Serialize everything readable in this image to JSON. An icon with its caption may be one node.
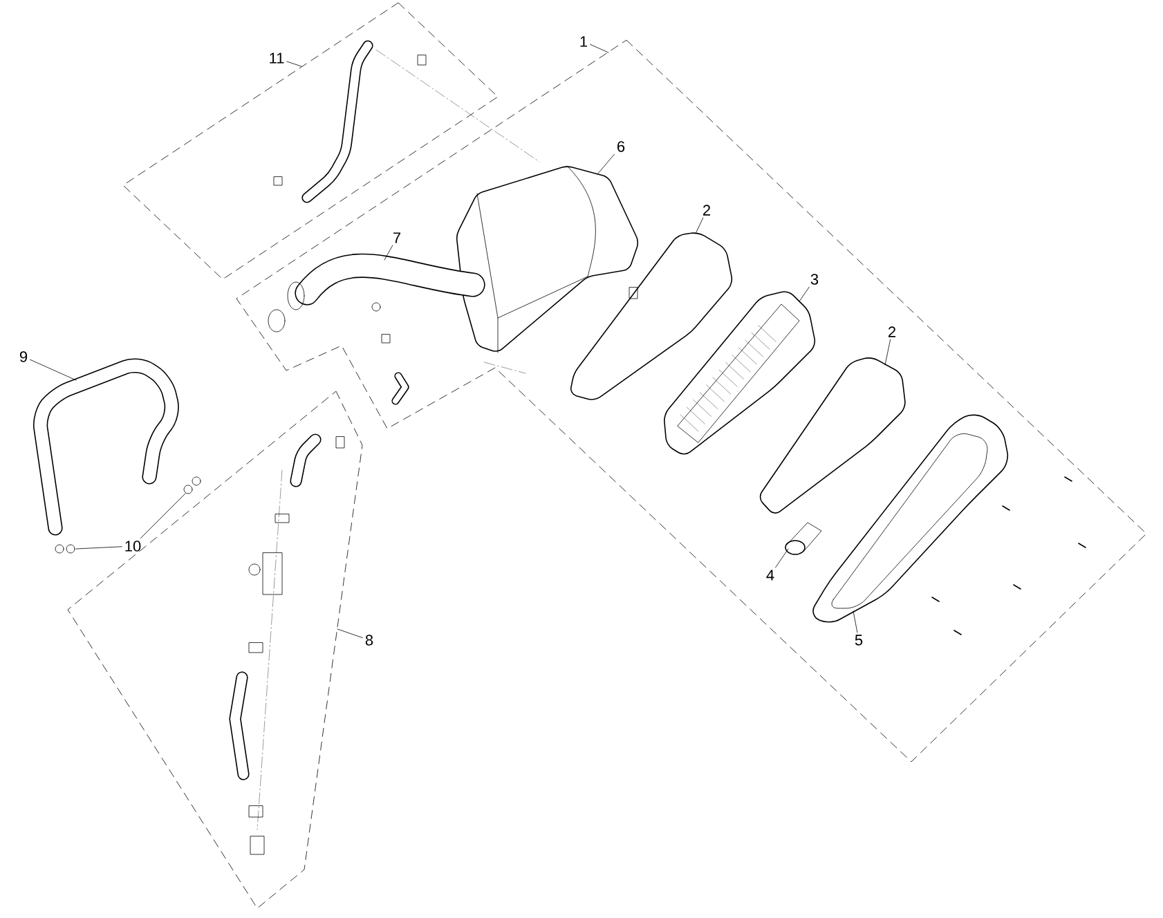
{
  "diagram": {
    "nodes": [
      {
        "text": [
          "11"
        ]
      },
      {
        "text": [
          "1"
        ]
      },
      {
        "text": [
          "6"
        ],
        "in": 13
      },
      {
        "text": [
          "2"
        ],
        "in": 13
      },
      {
        "text": [
          "3"
        ],
        "in": 13
      },
      {
        "text": [
          "2"
        ],
        "in": 13
      },
      {
        "text": [
          "7"
        ],
        "in": 13
      },
      {
        "text": [
          "9"
        ]
      },
      {
        "text": [
          "10"
        ]
      },
      {
        "text": [
          "4"
        ],
        "in": 13
      },
      {
        "text": [
          "5"
        ],
        "in": 13
      },
      {
        "text": [
          "8"
        ]
      },
      {
        "text": [],
        "shape": "box"
      },
      {
        "text": [],
        "shape": "box"
      },
      {
        "text": [],
        "shape": "box"
      },
      {
        "text": [],
        "shape": "picture",
        "in": 13
      },
      {
        "text": [],
        "shape": "picture",
        "in": 13
      },
      {
        "text": [],
        "shape": "picture",
        "in": 13
      },
      {
        "text": [],
        "shape": "picture",
        "in": 13
      },
      {
        "text": [],
        "shape": "picture",
        "in": 13
      },
      {
        "text": [],
        "shape": "picture"
      },
      {
        "text": [],
        "shape": "picture"
      },
      {
        "text": [],
        "shape": "picture"
      },
      {
        "text": [],
        "shape": "picture",
        "in": 13
      },
      {
        "text": [],
        "shape": "picture",
        "in": 13
      }
    ],
    "edges": [
      {
        "from": 0,
        "to": 12,
        "arrow": "none"
      },
      {
        "from": 1,
        "to": 13,
        "arrow": "none"
      },
      {
        "from": 2,
        "to": 15,
        "arrow": "none"
      },
      {
        "from": 3,
        "to": 16,
        "arrow": "none"
      },
      {
        "from": 4,
        "to": 17,
        "arrow": "none"
      },
      {
        "from": 5,
        "to": 18,
        "arrow": "none"
      },
      {
        "from": 6,
        "to": 19,
        "arrow": "none"
      },
      {
        "from": 7,
        "to": 20,
        "arrow": "none"
      },
      {
        "from": 8,
        "to": 21,
        "arrow": "none"
      },
      {
        "from": 8,
        "to": 22,
        "arrow": "none"
      },
      {
        "from": 9,
        "to": 23,
        "arrow": "none"
      },
      {
        "from": 10,
        "to": 24,
        "arrow": "none"
      },
      {
        "from": 11,
        "to": 14,
        "arrow": "none"
      }
    ]
  }
}
